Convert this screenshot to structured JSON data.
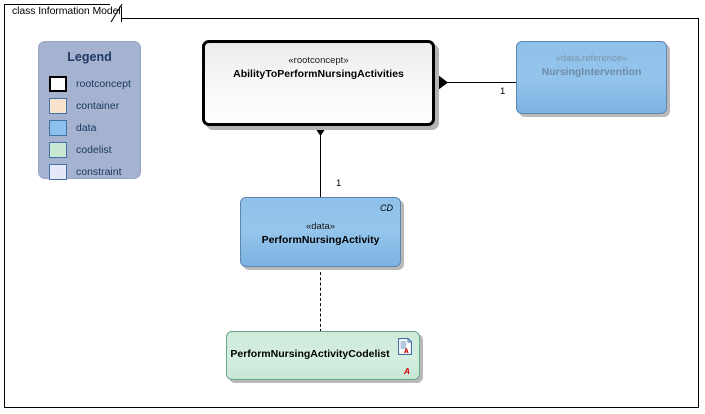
{
  "diagram": {
    "tab_label": "class Information Model",
    "background": "#ffffff",
    "border_color": "#000000"
  },
  "legend": {
    "title": "Legend",
    "panel_color": "#a5b3d1",
    "title_color": "#1f3864",
    "items": [
      {
        "label": "rootconcept",
        "swatch": "#ffffff",
        "style": "rootconcept"
      },
      {
        "label": "container",
        "swatch": "#fae3cd",
        "style": "container"
      },
      {
        "label": "data",
        "swatch": "#8cc0ec",
        "style": "data"
      },
      {
        "label": "codelist",
        "swatch": "#c9e8d3",
        "style": "codelist"
      },
      {
        "label": "constraint",
        "swatch": "#e4e8f8",
        "style": "constraint"
      }
    ]
  },
  "nodes": {
    "rootconcept": {
      "stereotype": "«rootconcept»",
      "name": "AbilityToPerformNursingActivities",
      "fill": "#ffffff",
      "border": "#000000"
    },
    "reference": {
      "stereotype": "«data,reference»",
      "name": "NursingIntervention",
      "fill": "#8fc1ea",
      "text_color": "#6f8aa6"
    },
    "data": {
      "stereotype": "«data»",
      "name": "PerformNursingActivity",
      "corner_tag": "CD",
      "fill": "#8fc1ea"
    },
    "codelist": {
      "name": "PerformNursingActivityCodelist",
      "fill": "#cdeada",
      "marker": "A",
      "icon": "document-icon"
    }
  },
  "connectors": {
    "composition_to_reference": {
      "type": "composition",
      "source": "AbilityToPerformNursingActivities",
      "target": "NursingIntervention",
      "multiplicity": "1"
    },
    "composition_to_data": {
      "type": "composition",
      "source": "AbilityToPerformNursingActivities",
      "target": "PerformNursingActivity",
      "multiplicity": "1"
    },
    "dependency_to_codelist": {
      "type": "dashed",
      "source": "PerformNursingActivity",
      "target": "PerformNursingActivityCodelist"
    }
  }
}
